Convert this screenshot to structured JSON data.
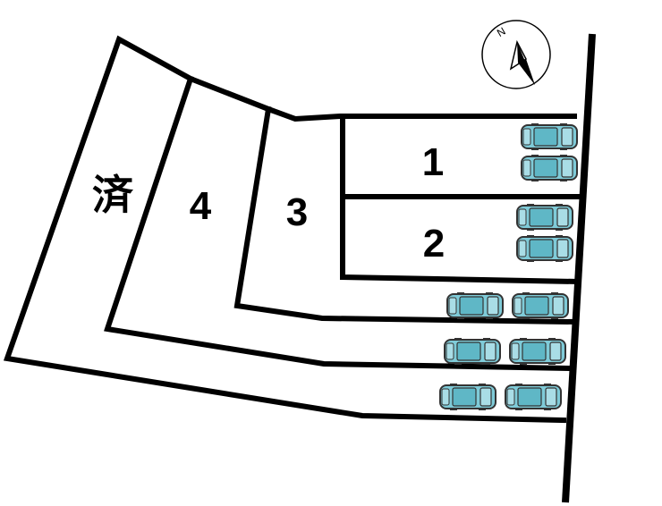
{
  "lots": [
    {
      "id": "1",
      "label": "1"
    },
    {
      "id": "2",
      "label": "2"
    },
    {
      "id": "3",
      "label": "3"
    },
    {
      "id": "4",
      "label": "4"
    },
    {
      "id": "sold",
      "label": "済"
    }
  ],
  "compass": {
    "label": "N"
  },
  "parking": {
    "count": 10,
    "car_color": "#7fcbd8"
  },
  "colors": {
    "line": "#000000",
    "background": "#ffffff"
  }
}
